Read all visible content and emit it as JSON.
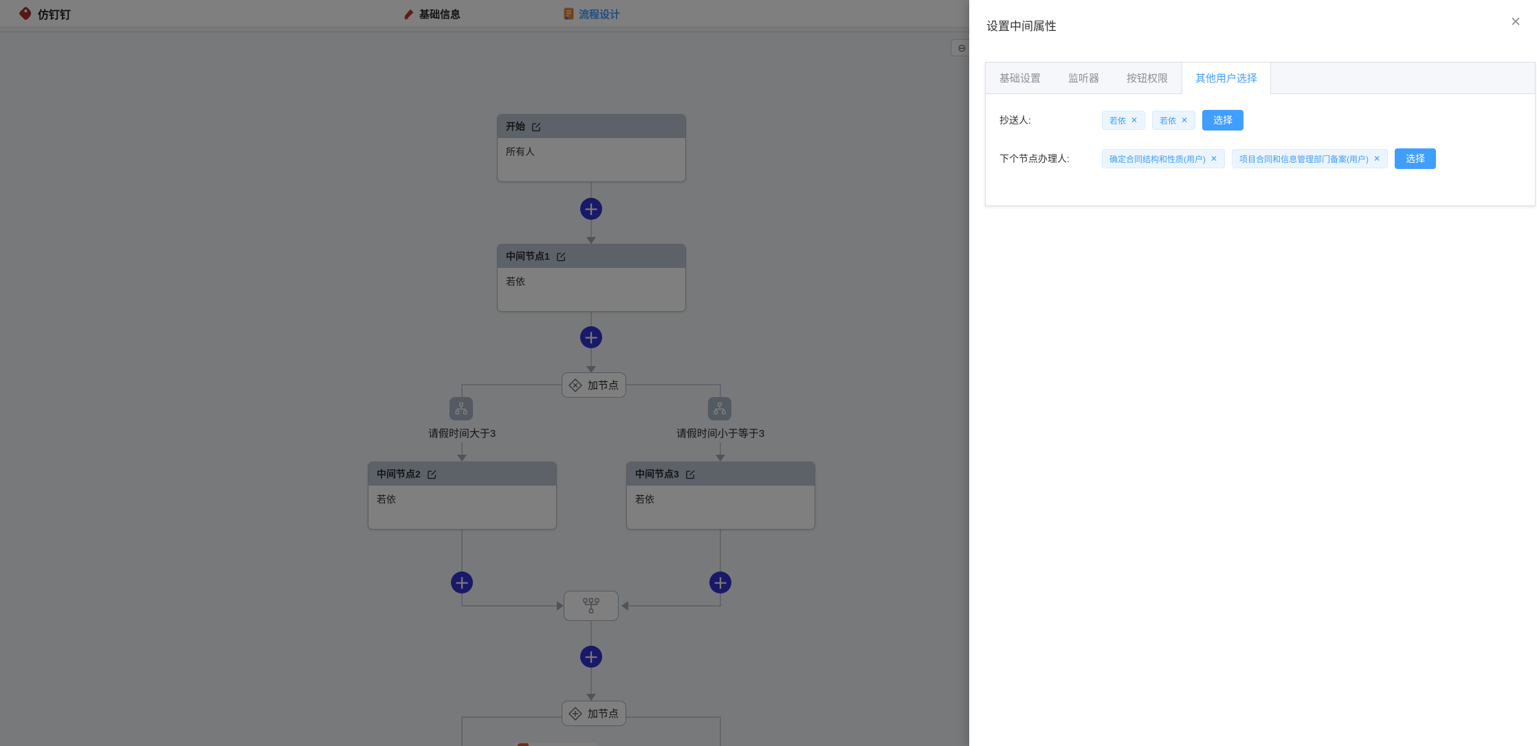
{
  "topbar": {
    "logo_text": "仿钉钉",
    "step_basic": "基础信息",
    "step_flow": "流程设计"
  },
  "canvas": {
    "zoom_out_glyph": "⊖"
  },
  "flow": {
    "nodes": [
      {
        "title": "开始",
        "body": "所有人"
      },
      {
        "title": "中间节点1",
        "body": "若依"
      },
      {
        "title": "中间节点2",
        "body": "若依"
      },
      {
        "title": "中间节点3",
        "body": "若依"
      }
    ],
    "add_node_label": "加节点",
    "condition_left": "请假时间大于3",
    "condition_right": "请假时间小于等于3"
  },
  "drawer": {
    "title": "设置中间属性",
    "close_glyph": "✕",
    "tabs": [
      {
        "label": "基础设置",
        "active": false
      },
      {
        "label": "监听器",
        "active": false
      },
      {
        "label": "按钮权限",
        "active": false
      },
      {
        "label": "其他用户选择",
        "active": true
      }
    ],
    "form": [
      {
        "label": "抄送人:",
        "tags": [
          "若依",
          "若依"
        ],
        "tag_close_glyph": "✕",
        "button": "选择"
      },
      {
        "label": "下个节点办理人:",
        "tags": [
          "确定合同结构和性质(用户)",
          "项目合同和信息管理部门备案(用户)"
        ],
        "tag_close_glyph": "✕",
        "button": "选择"
      }
    ]
  },
  "colors": {
    "accent_blue": "#409EFF",
    "plus_button": "#3232d2",
    "tag_background": "#ecf5ff",
    "tag_border": "#d9ecff",
    "node_header": "#bac5d2",
    "logo_red": "#a8332e",
    "doc_icon_orange": "#e8853b",
    "overlay": "rgba(0,0,0,0.5)"
  }
}
